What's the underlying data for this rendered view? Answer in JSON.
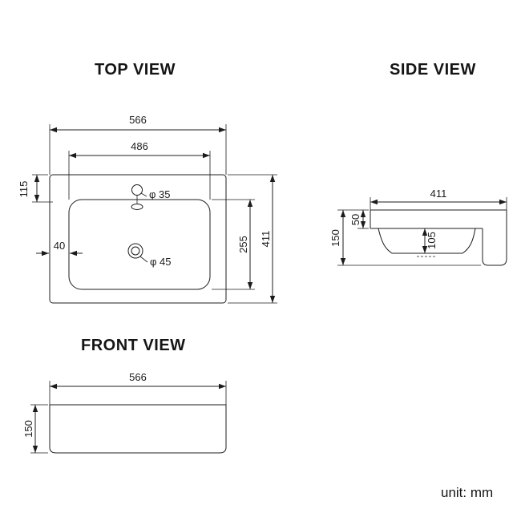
{
  "unit_label": "unit: mm",
  "top_view": {
    "title": "TOP VIEW",
    "overall_width": "566",
    "inner_width": "486",
    "tap_offset": "115",
    "rim_width": "40",
    "inner_depth": "255",
    "overall_depth": "411",
    "tap_hole": "φ 35",
    "drain_hole": "φ 45"
  },
  "side_view": {
    "title": "SIDE VIEW",
    "depth": "411",
    "rim_height": "50",
    "overall_height": "150",
    "bowl_depth": "105"
  },
  "front_view": {
    "title": "FRONT VIEW",
    "overall_width": "566",
    "overall_height": "150"
  }
}
